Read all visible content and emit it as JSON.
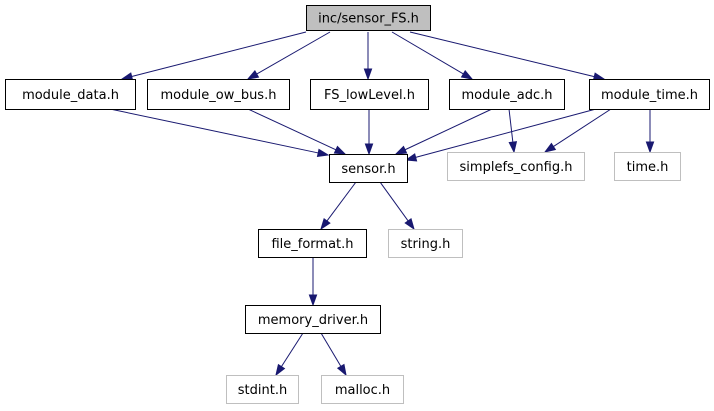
{
  "colors": {
    "edge": "#191970",
    "root_fill": "#bfbfbf",
    "box_stroke": "#000000",
    "external_stroke": "#bfbfbf",
    "external_text": "#3f3f3f"
  },
  "nodes": [
    {
      "id": "sensor_fs",
      "label": "inc/sensor_FS.h",
      "kind": "root"
    },
    {
      "id": "module_data",
      "label": "module_data.h",
      "kind": "local"
    },
    {
      "id": "module_ow",
      "label": "module_ow_bus.h",
      "kind": "local"
    },
    {
      "id": "fs_low",
      "label": "FS_lowLevel.h",
      "kind": "local"
    },
    {
      "id": "module_adc",
      "label": "module_adc.h",
      "kind": "local"
    },
    {
      "id": "module_time",
      "label": "module_time.h",
      "kind": "local"
    },
    {
      "id": "sensor",
      "label": "sensor.h",
      "kind": "local"
    },
    {
      "id": "simplefs",
      "label": "simplefs_config.h",
      "kind": "external"
    },
    {
      "id": "time",
      "label": "time.h",
      "kind": "external"
    },
    {
      "id": "file_format",
      "label": "file_format.h",
      "kind": "local"
    },
    {
      "id": "string",
      "label": "string.h",
      "kind": "external"
    },
    {
      "id": "memory",
      "label": "memory_driver.h",
      "kind": "local"
    },
    {
      "id": "stdint",
      "label": "stdint.h",
      "kind": "external"
    },
    {
      "id": "malloc",
      "label": "malloc.h",
      "kind": "external"
    }
  ],
  "edges": [
    {
      "from": "sensor_fs",
      "to": "module_data"
    },
    {
      "from": "sensor_fs",
      "to": "module_ow"
    },
    {
      "from": "sensor_fs",
      "to": "fs_low"
    },
    {
      "from": "sensor_fs",
      "to": "module_adc"
    },
    {
      "from": "sensor_fs",
      "to": "module_time"
    },
    {
      "from": "module_data",
      "to": "sensor"
    },
    {
      "from": "module_ow",
      "to": "sensor"
    },
    {
      "from": "fs_low",
      "to": "sensor"
    },
    {
      "from": "module_adc",
      "to": "sensor"
    },
    {
      "from": "module_adc",
      "to": "simplefs"
    },
    {
      "from": "module_time",
      "to": "sensor"
    },
    {
      "from": "module_time",
      "to": "simplefs"
    },
    {
      "from": "module_time",
      "to": "time"
    },
    {
      "from": "sensor",
      "to": "file_format"
    },
    {
      "from": "sensor",
      "to": "string"
    },
    {
      "from": "file_format",
      "to": "memory"
    },
    {
      "from": "memory",
      "to": "stdint"
    },
    {
      "from": "memory",
      "to": "malloc"
    }
  ]
}
